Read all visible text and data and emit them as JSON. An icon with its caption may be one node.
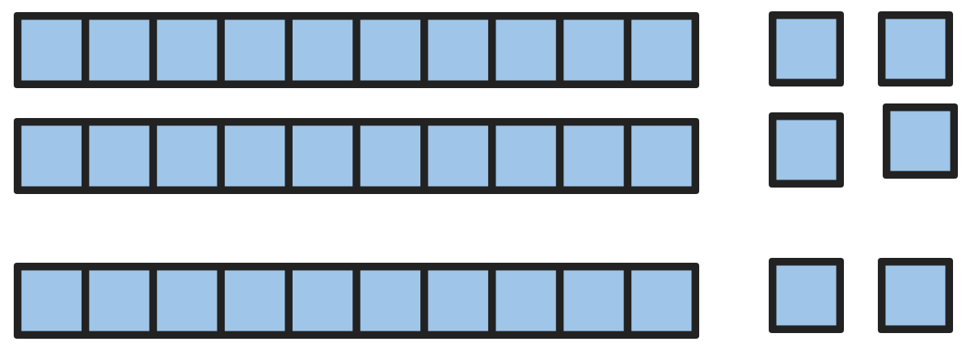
{
  "diagram": {
    "nodes": [
      {
        "text": [],
        "shape": "bar"
      },
      {
        "text": [],
        "shape": "box"
      },
      {
        "text": [],
        "shape": "box"
      },
      {
        "text": [],
        "shape": "bar"
      },
      {
        "text": [],
        "shape": "box"
      },
      {
        "text": [],
        "shape": "box"
      },
      {
        "text": [],
        "shape": "bar"
      },
      {
        "text": [],
        "shape": "box"
      },
      {
        "text": [],
        "shape": "box"
      }
    ]
  }
}
